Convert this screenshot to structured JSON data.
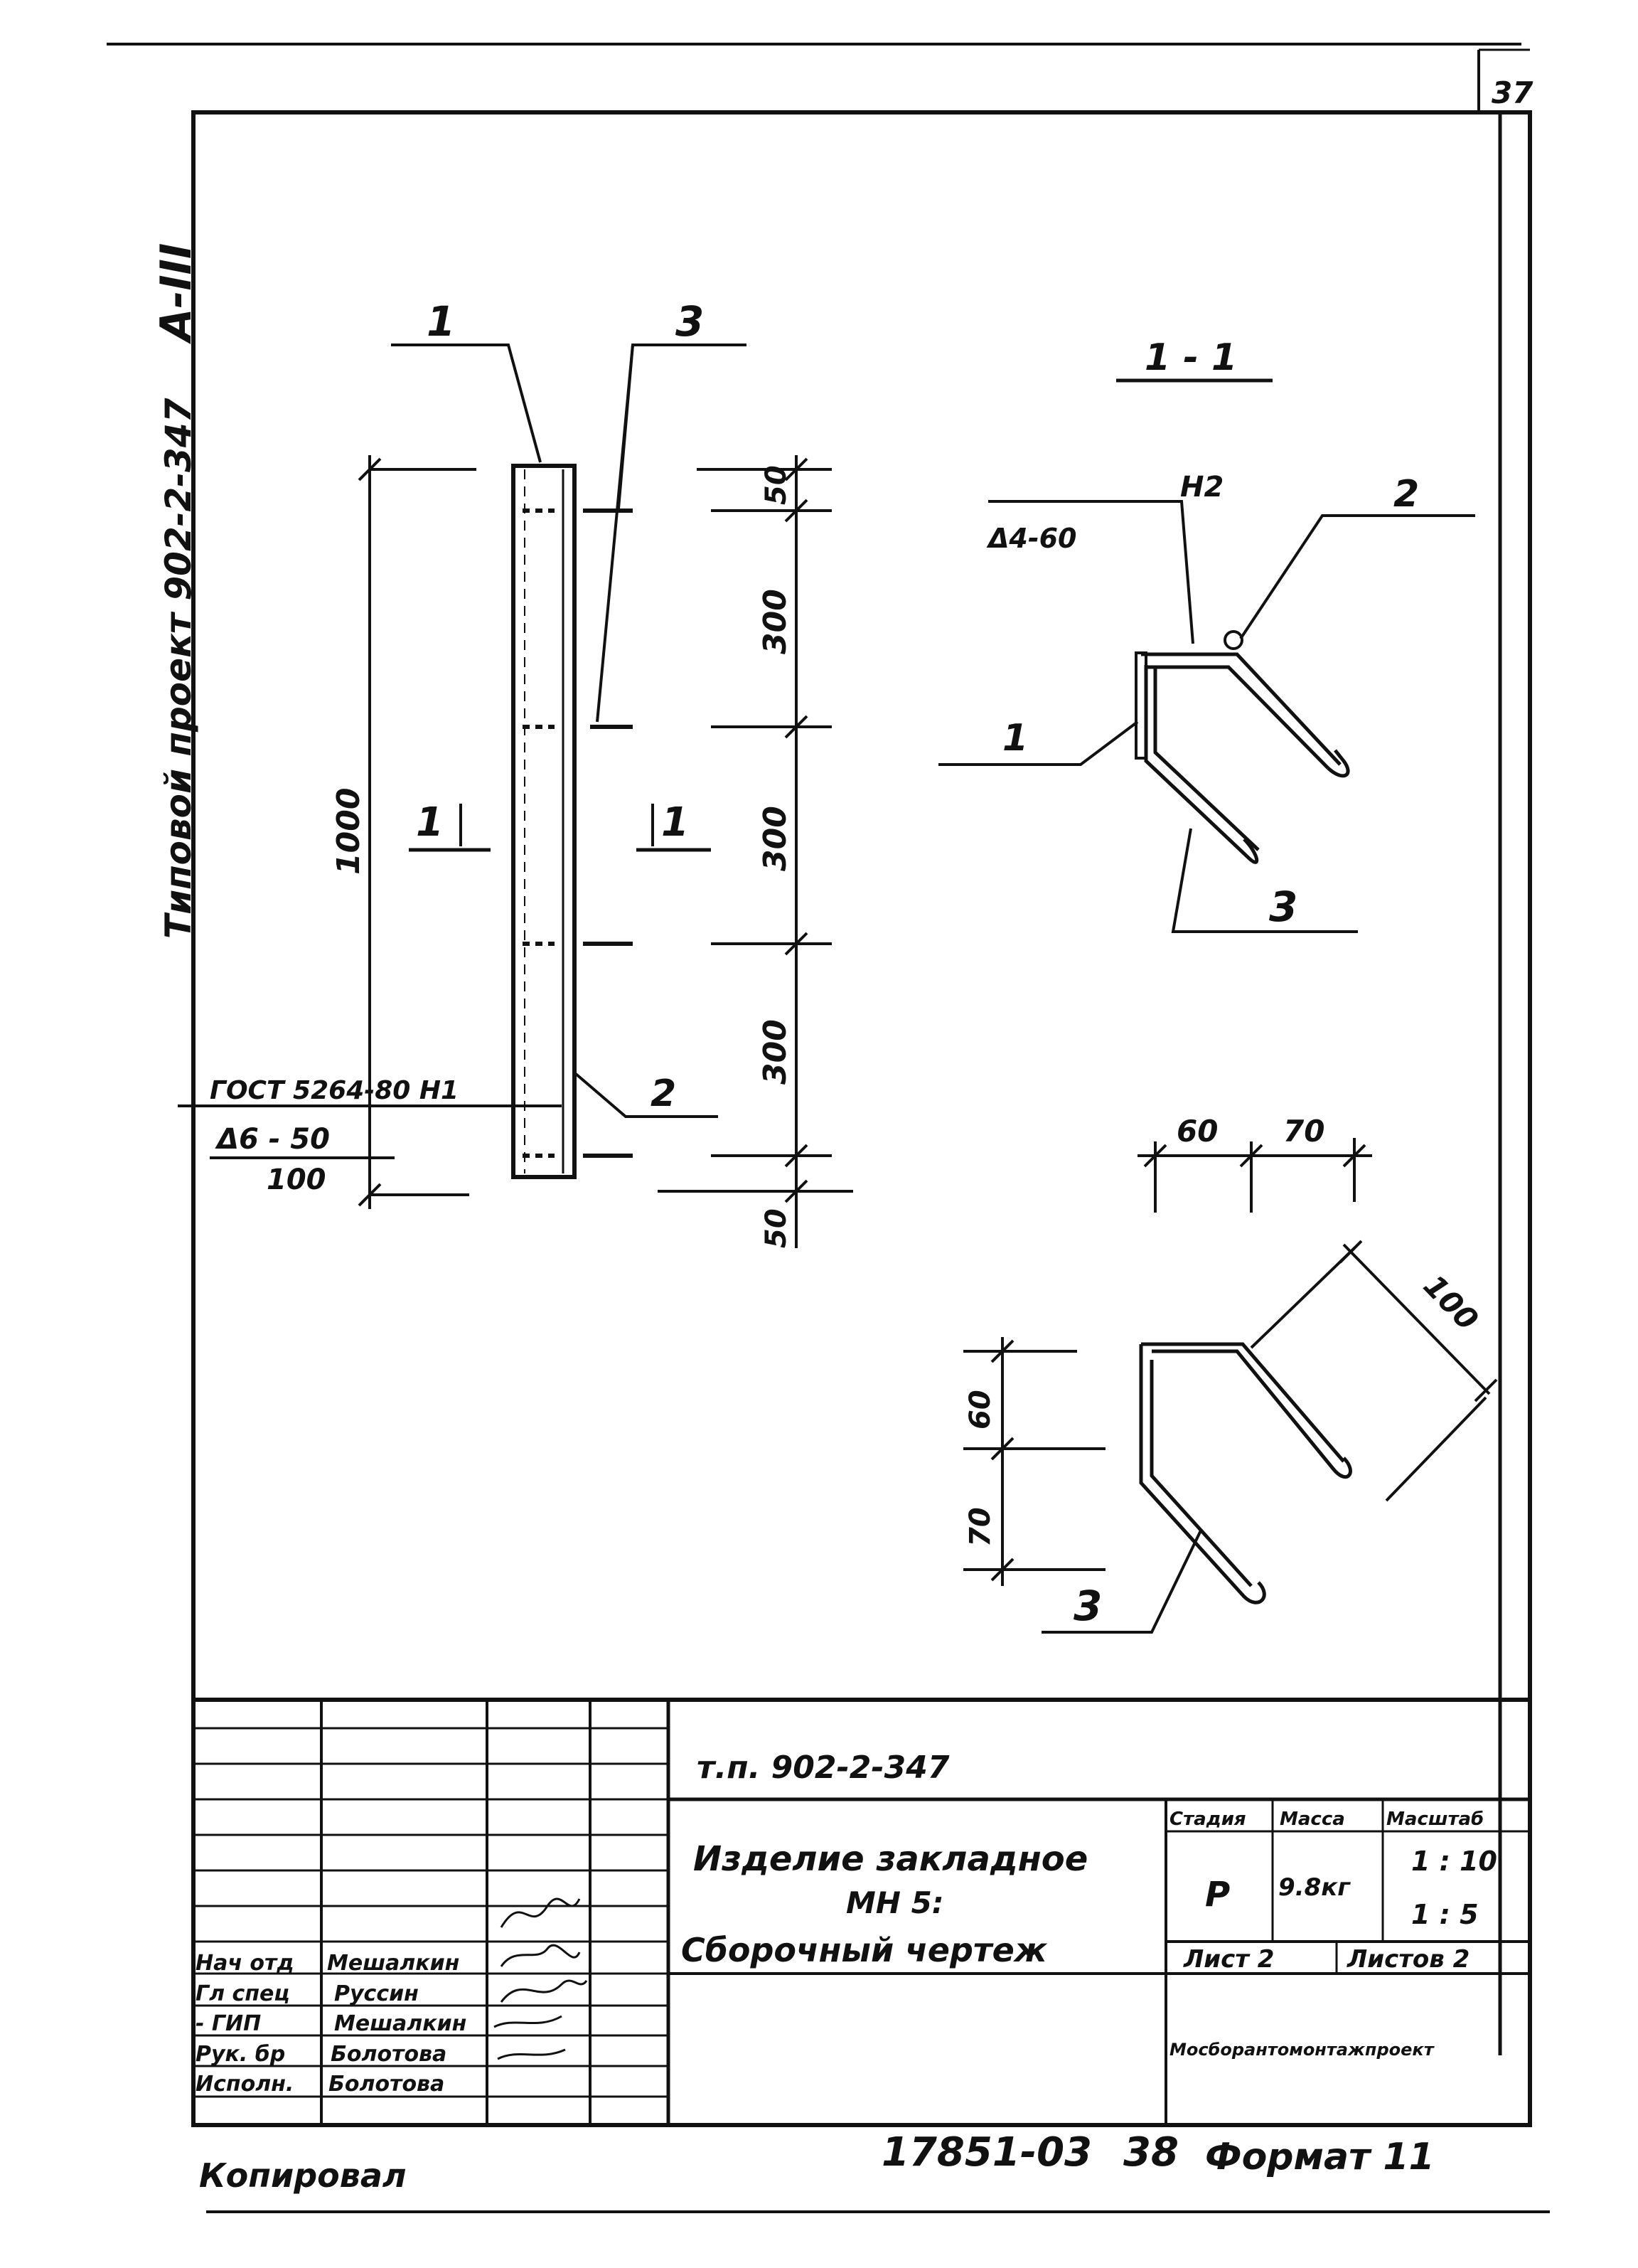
{
  "sheet": {
    "page_number": "37",
    "side_label": "Типовой проект 902-2-347",
    "side_label_format": "А-III",
    "copied_by": "Копировал",
    "stamp_code": "17851-03",
    "stamp_page": "38",
    "stamp_format": "Формат  11"
  },
  "front_view": {
    "labels": {
      "pos1": "1",
      "pos2": "2",
      "pos3": "3",
      "section_left": "1",
      "section_right": "1"
    },
    "overall_dim": "1000",
    "segment_dims": [
      "50",
      "300",
      "300",
      "300",
      "50"
    ],
    "plate_note": "ГОСТ 5264-80  Н1",
    "plate_size": "Δ6 - 50",
    "plate_length": "100"
  },
  "section_view": {
    "title": "1 - 1",
    "weld_label": "Н2",
    "weld_size": "Δ4-60",
    "pos1": "1",
    "pos2": "2",
    "pos3": "3"
  },
  "anchor_detail": {
    "dim_a": "60",
    "dim_b": "70",
    "dim_diag": "100",
    "dim_v1": "60",
    "dim_v2": "70",
    "pos3": "3"
  },
  "title_block": {
    "doc_code": "т.п.  902-2-347",
    "product_name_1": "Изделие   закладное",
    "product_name_2": "МН 5:",
    "product_name_3": "Сборочный   чертеж",
    "header_stage": "Стадия",
    "header_mass": "Масса",
    "header_scale": "Масштаб",
    "stage": "Р",
    "mass": "9.8кг",
    "scale_1": "1 : 10",
    "scale_2": "1 : 5",
    "sheet_label": "Лист 2",
    "sheets_label": "Листов 2",
    "organization": "Мосборантомонтажпроект",
    "signatures": [
      {
        "role": "Нач отд",
        "name": "Мешалкин"
      },
      {
        "role": "Гл спец",
        "name": "Руссин"
      },
      {
        "role": "- ГИП",
        "name": "Мешалкин"
      },
      {
        "role": "Рук. бр",
        "name": "Болотова"
      },
      {
        "role": "Исполн.",
        "name": "Болотова"
      }
    ]
  }
}
